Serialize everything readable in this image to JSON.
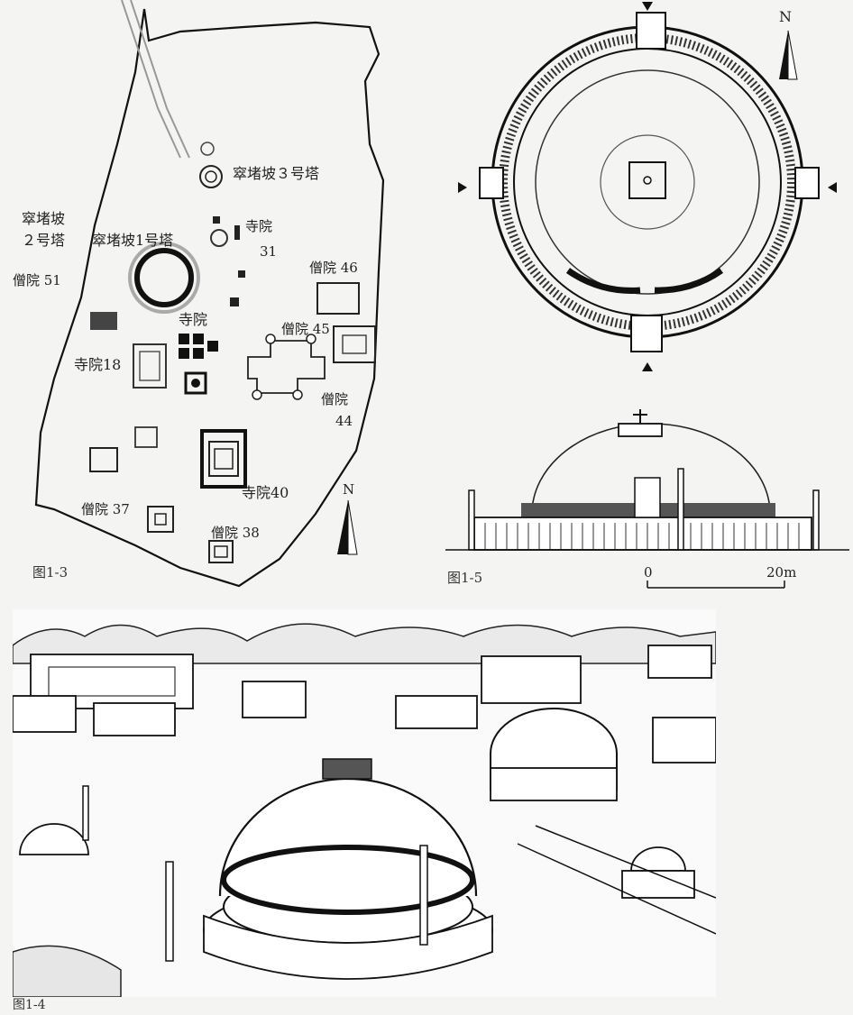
{
  "figures": {
    "plan": {
      "caption": "图1-3",
      "north": "N",
      "labels": {
        "stupa3": "窣堵坡３号塔",
        "stupa2_line1": "窣堵坡",
        "stupa2_line2": "２号塔",
        "stupa1": "窣堵坡1号塔",
        "temple31_line1": "寺院",
        "temple31_line2": "31",
        "monastery46": "僧院 46",
        "monastery51": "僧院 51",
        "temple_center": "寺院",
        "monastery45": "僧院 45",
        "temple18": "寺院18",
        "monastery44_line1": "僧院",
        "monastery44_line2": "44",
        "temple40": "寺院40",
        "monastery37": "僧院 37",
        "monastery38": "僧院 38"
      }
    },
    "stupa_plan": {
      "north": "N"
    },
    "elevation": {
      "caption": "图1-5",
      "scale_start": "0",
      "scale_end": "20m"
    },
    "aerial": {
      "caption": "图1-4"
    }
  },
  "colors": {
    "ink": "#1a1a1a",
    "paper": "#f4f4f2"
  }
}
